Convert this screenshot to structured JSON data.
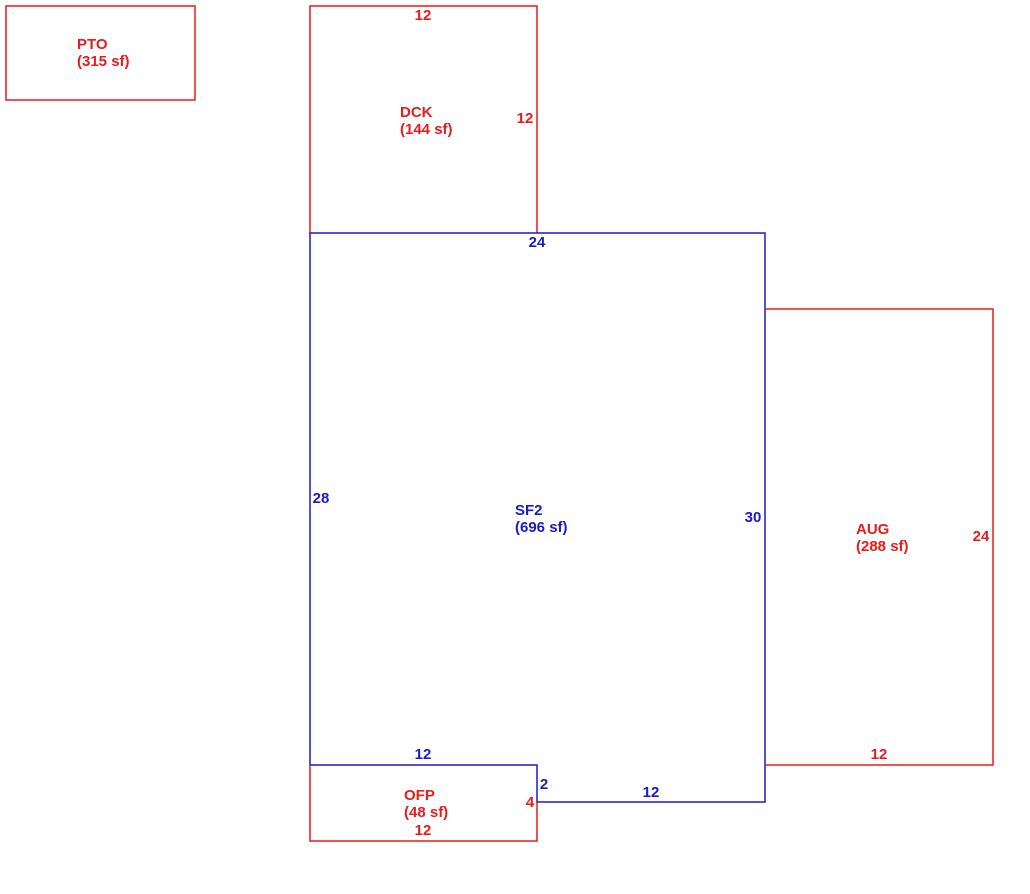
{
  "colors": {
    "red": "#e81c1c",
    "blue": "#1a1acc"
  },
  "areas": {
    "pto": {
      "code": "PTO",
      "area": "(315 sf)"
    },
    "dck": {
      "code": "DCK",
      "area": "(144 sf)"
    },
    "sf2": {
      "code": "SF2",
      "area": "(696 sf)"
    },
    "aug": {
      "code": "AUG",
      "area": "(288 sf)"
    },
    "ofp": {
      "code": "OFP",
      "area": "(48 sf)"
    }
  },
  "dimensions": {
    "dck_top": "12",
    "dck_right": "12",
    "sf2_top": "24",
    "sf2_left": "28",
    "sf2_right": "30",
    "sf2_bottom_left": "12",
    "sf2_step": "2",
    "sf2_bottom_right": "12",
    "aug_right": "24",
    "aug_bottom": "12",
    "ofp_right": "4",
    "ofp_bottom": "12"
  }
}
